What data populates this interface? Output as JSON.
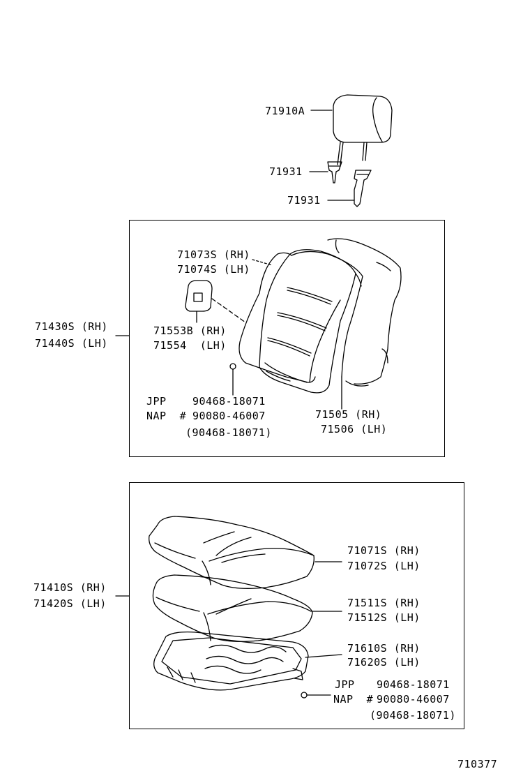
{
  "headrest": {
    "part": "71910A",
    "support_upper": "71931",
    "support_lower": "71931"
  },
  "back_group": {
    "assy_rh": "71430S (RH)",
    "assy_lh": "71440S (LH)",
    "cover_rh": "71073S (RH)",
    "cover_lh": "71074S (LH)",
    "cap_rh": "71553B (RH)",
    "cap_lh": "71554  (LH)",
    "pad_rh": "71505 (RH)",
    "pad_lh": "71506 (LH)",
    "jpp_label": "JPP",
    "jpp_part": "90468-18071",
    "nap_label": "NAP  #",
    "nap_part": "90080-46007",
    "alt_part": "(90468-18071)"
  },
  "cushion_group": {
    "assy_rh": "71410S (RH)",
    "assy_lh": "71420S (LH)",
    "cover_rh": "71071S (RH)",
    "cover_lh": "71072S (LH)",
    "pad_rh": "71511S (RH)",
    "pad_lh": "71512S (LH)",
    "frame_rh": "71610S (RH)",
    "frame_lh": "71620S (LH)",
    "jpp_label": "JPP",
    "jpp_part": "90468-18071",
    "nap_label": "NAP  #",
    "nap_part": "90080-46007",
    "alt_part": "(90468-18071)"
  },
  "diagram_id": "710377"
}
